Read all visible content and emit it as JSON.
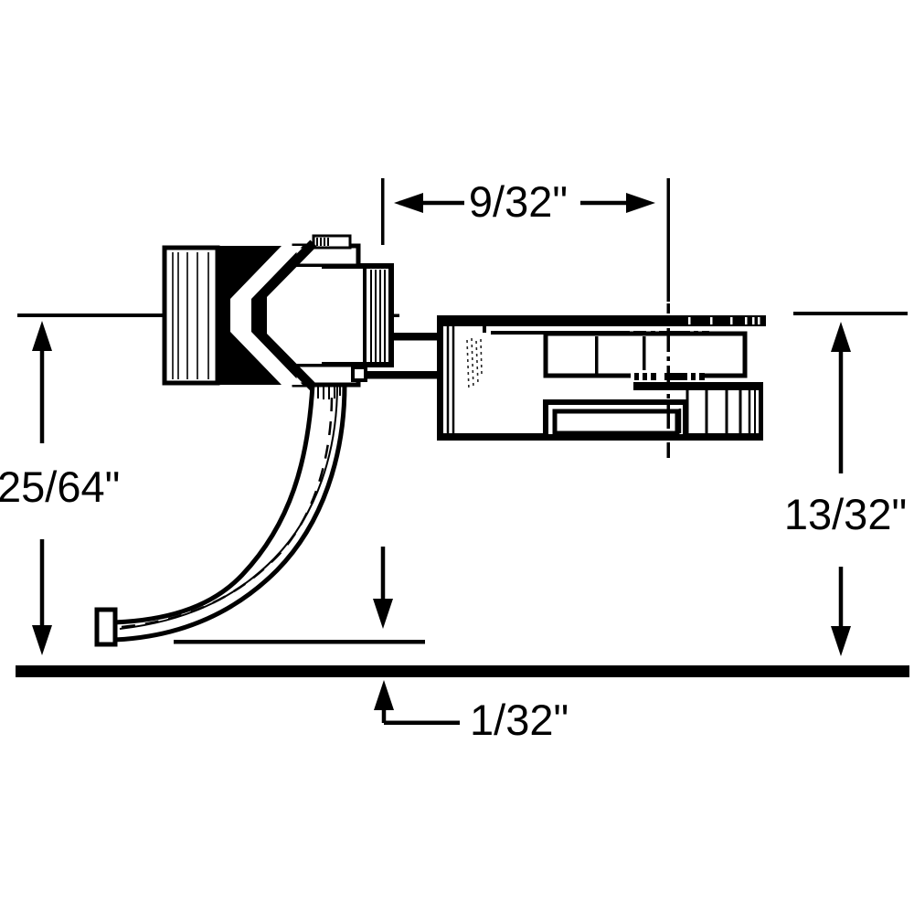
{
  "figure": {
    "type": "technical-line-drawing",
    "subject": "model railroad knuckle coupler and draft gear box side profile with trip pin over rail, with height dimensions",
    "background_color": "#ffffff",
    "ink_color": "#000000"
  },
  "dimensions": {
    "top": "9/32\"",
    "left": "25/64\"",
    "right": "13/32\"",
    "bottom": "1/32\""
  }
}
